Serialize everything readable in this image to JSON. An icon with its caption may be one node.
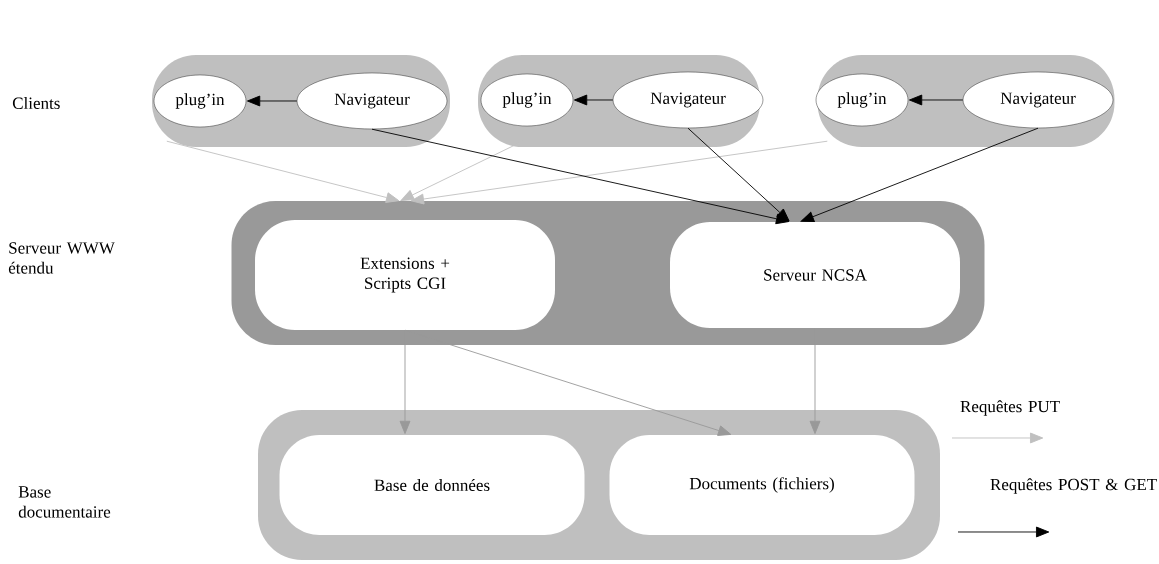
{
  "diagram": {
    "nodes": [
      {
        "text": [],
        "shape": "box"
      },
      {
        "text": [
          "plug’in"
        ],
        "in": 0
      },
      {
        "text": [
          "Navigateur"
        ],
        "in": 0
      },
      {
        "text": [],
        "shape": "box"
      },
      {
        "text": [
          "plug’in"
        ],
        "in": 3
      },
      {
        "text": [
          "Navigateur"
        ],
        "in": 3
      },
      {
        "text": [],
        "shape": "box"
      },
      {
        "text": [
          "plug’in"
        ],
        "in": 6
      },
      {
        "text": [
          "Navigateur"
        ],
        "in": 6
      },
      {
        "text": [],
        "shape": "box"
      },
      {
        "text": [
          "Extensions + Scripts CGI"
        ],
        "in": 9
      },
      {
        "text": [
          "Serveur NCSA"
        ],
        "in": 9
      },
      {
        "text": [],
        "shape": "box"
      },
      {
        "text": [
          "Base de données"
        ],
        "in": 12
      },
      {
        "text": [
          "Documents (fichiers)"
        ],
        "in": 12
      }
    ],
    "edges": [
      {
        "from": 2,
        "to": 1,
        "arrow": "to"
      },
      {
        "from": 5,
        "to": 4,
        "arrow": "to"
      },
      {
        "from": 8,
        "to": 7,
        "arrow": "to"
      },
      {
        "from": 0,
        "to": 9,
        "arrow": "to",
        "color": "#c0c0c0"
      },
      {
        "from": 3,
        "to": 9,
        "arrow": "to",
        "color": "#c0c0c0"
      },
      {
        "from": 6,
        "to": 9,
        "arrow": "to",
        "color": "#c0c0c0"
      },
      {
        "from": 2,
        "to": 11,
        "arrow": "to"
      },
      {
        "from": 5,
        "to": 11,
        "arrow": "to"
      },
      {
        "from": 8,
        "to": 11,
        "arrow": "to"
      },
      {
        "from": 10,
        "to": 13,
        "arrow": "to",
        "color": "#999999"
      },
      {
        "from": 10,
        "to": 14,
        "arrow": "to",
        "color": "#999999"
      },
      {
        "from": 11,
        "to": 14,
        "arrow": "to",
        "color": "#999999"
      }
    ],
    "labels": [
      "Clients",
      "Serveur WWW étendu",
      "Base documentaire"
    ],
    "legend": [
      {
        "text": "Requêtes PUT"
      },
      {
        "text": "Requêtes POST & GET"
      }
    ]
  }
}
